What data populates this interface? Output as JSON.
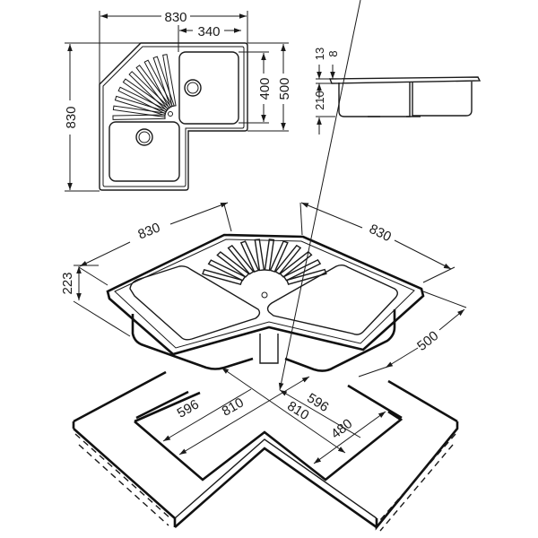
{
  "title": "Corner sink dimensional drawing",
  "colors": {
    "line": "#1a1a1a",
    "background": "#ffffff"
  },
  "top_view": {
    "dim_overall_width": "830",
    "dim_bowl_width": "340",
    "dim_overall_height": "830",
    "dim_bowl_depth": "400",
    "dim_wing_depth": "500"
  },
  "side_view": {
    "dim_rim_13": "13",
    "dim_rim_8": "8",
    "dim_bowl_depth": "210"
  },
  "iso_view": {
    "dim_left_length": "830",
    "dim_right_length": "830",
    "dim_height": "223",
    "dim_right_depth": "500"
  },
  "cutout": {
    "dim_left_inner": "596",
    "dim_left_outer": "810",
    "dim_right_inner": "596",
    "dim_right_outer": "810",
    "dim_cut_depth": "480"
  }
}
